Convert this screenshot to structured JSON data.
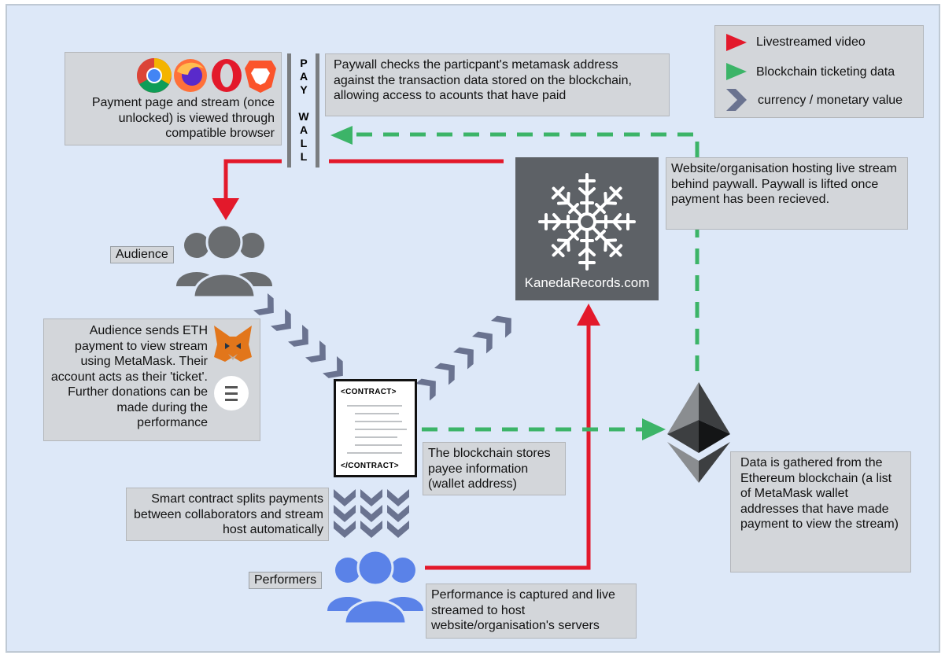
{
  "legend": {
    "items": [
      {
        "label": "Livestreamed video",
        "color": "#e3192b",
        "icon": "red-triangle"
      },
      {
        "label": "Blockchain ticketing data",
        "color": "#3cb468",
        "icon": "green-triangle"
      },
      {
        "label": "currency / monetary value",
        "color": "#6a7390",
        "icon": "chevron"
      }
    ]
  },
  "browser_box": {
    "text": "Payment page and stream (once unlocked) is viewed through compatible browser"
  },
  "browsers": [
    "chrome-icon",
    "firefox-icon",
    "opera-icon",
    "brave-icon"
  ],
  "paywall": {
    "letters": [
      "P",
      "A",
      "Y",
      "",
      "W",
      "A",
      "L",
      "L"
    ]
  },
  "paywall_note": {
    "text": "Paywall checks the particpant's metamask address against the transaction data stored on the blockchain, allowing access to acounts that have paid"
  },
  "host_note": {
    "text": "Website/organisation hosting live stream behind paywall. Paywall is lifted once payment has been recieved."
  },
  "host": {
    "name": "KanedaRecords.com"
  },
  "audience": {
    "label": "Audience"
  },
  "audience_note": {
    "text": "Audience sends ETH payment to view stream using MetaMask. Their account acts as their 'ticket'. Further donations can be made during the performance"
  },
  "contract": {
    "open_tag": "<CONTRACT>",
    "close_tag": "</CONTRACT>"
  },
  "contract_note": {
    "text": "The blockchain stores payee information (wallet address)"
  },
  "split_note": {
    "text": "Smart contract splits payments between collaborators and stream host automatically"
  },
  "performers": {
    "label": "Performers"
  },
  "performance_note": {
    "text": "Performance is captured and live streamed to host website/organisation's servers"
  },
  "ethereum_note": {
    "text": "Data is gathered from the Ethereum blockchain (a list of MetaMask wallet addresses that have made payment to view the stream)"
  },
  "colors": {
    "red": "#e3192b",
    "green": "#3cb468",
    "chevron": "#6a7390",
    "host_bg": "#5d6166",
    "audience": "#6a6d70",
    "performers": "#5a82e8"
  }
}
